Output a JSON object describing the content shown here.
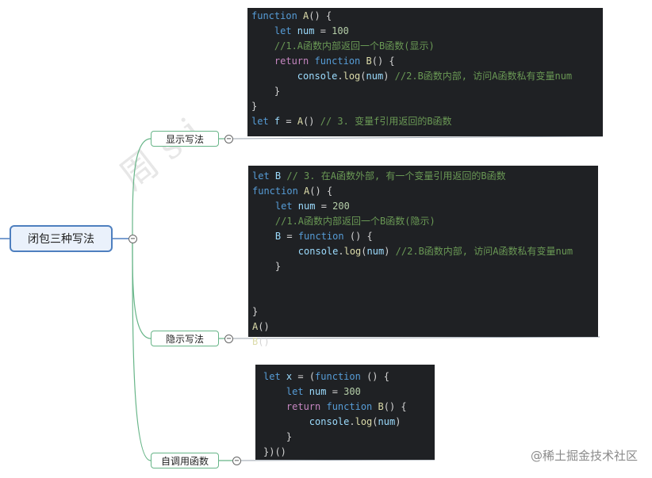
{
  "root": {
    "label": "闭包三种写法"
  },
  "branches": [
    {
      "label": "显示写法"
    },
    {
      "label": "隐示写法"
    },
    {
      "label": "自调用函数"
    }
  ],
  "collapse_symbol": "−",
  "code_blocks": [
    {
      "lines": [
        [
          {
            "t": "function ",
            "c": "kw"
          },
          {
            "t": "A",
            "c": "fn"
          },
          {
            "t": "() {",
            "c": "pl"
          }
        ],
        [
          {
            "t": "    let ",
            "c": "kw"
          },
          {
            "t": "num",
            "c": "var"
          },
          {
            "t": " = ",
            "c": "pl"
          },
          {
            "t": "100",
            "c": "num"
          }
        ],
        [
          {
            "t": "    //1.A函数内部返回一个B函数(显示)",
            "c": "cm"
          }
        ],
        [
          {
            "t": "    return ",
            "c": "ctl"
          },
          {
            "t": "function ",
            "c": "kw"
          },
          {
            "t": "B",
            "c": "fn"
          },
          {
            "t": "() {",
            "c": "pl"
          }
        ],
        [
          {
            "t": "        console",
            "c": "var"
          },
          {
            "t": ".",
            "c": "pl"
          },
          {
            "t": "log",
            "c": "fn"
          },
          {
            "t": "(",
            "c": "pl"
          },
          {
            "t": "num",
            "c": "var"
          },
          {
            "t": ") ",
            "c": "pl"
          },
          {
            "t": "//2.B函数内部, 访问A函数私有变量num",
            "c": "cm"
          }
        ],
        [
          {
            "t": "    }",
            "c": "pl"
          }
        ],
        [
          {
            "t": "}",
            "c": "pl"
          }
        ],
        [
          {
            "t": "let ",
            "c": "kw"
          },
          {
            "t": "f",
            "c": "var"
          },
          {
            "t": " = ",
            "c": "pl"
          },
          {
            "t": "A",
            "c": "fn"
          },
          {
            "t": "() ",
            "c": "pl"
          },
          {
            "t": "// 3. 变量f引用返回的B函数",
            "c": "cm"
          }
        ]
      ]
    },
    {
      "lines": [
        [
          {
            "t": "let ",
            "c": "kw"
          },
          {
            "t": "B",
            "c": "var"
          },
          {
            "t": " ",
            "c": "pl"
          },
          {
            "t": "// 3. 在A函数外部, 有一个变量引用返回的B函数",
            "c": "cm"
          }
        ],
        [
          {
            "t": "function ",
            "c": "kw"
          },
          {
            "t": "A",
            "c": "fn"
          },
          {
            "t": "() {",
            "c": "pl"
          }
        ],
        [
          {
            "t": "    let ",
            "c": "kw"
          },
          {
            "t": "num",
            "c": "var"
          },
          {
            "t": " = ",
            "c": "pl"
          },
          {
            "t": "200",
            "c": "num"
          }
        ],
        [
          {
            "t": "    //1.A函数内部返回一个B函数(隐示)",
            "c": "cm"
          }
        ],
        [
          {
            "t": "    B",
            "c": "var"
          },
          {
            "t": " = ",
            "c": "pl"
          },
          {
            "t": "function ",
            "c": "kw"
          },
          {
            "t": "() {",
            "c": "pl"
          }
        ],
        [
          {
            "t": "        console",
            "c": "var"
          },
          {
            "t": ".",
            "c": "pl"
          },
          {
            "t": "log",
            "c": "fn"
          },
          {
            "t": "(",
            "c": "pl"
          },
          {
            "t": "num",
            "c": "var"
          },
          {
            "t": ") ",
            "c": "pl"
          },
          {
            "t": "//2.B函数内部, 访问A函数私有变量num",
            "c": "cm"
          }
        ],
        [
          {
            "t": "    }",
            "c": "pl"
          }
        ],
        [],
        [],
        [
          {
            "t": "}",
            "c": "pl"
          }
        ],
        [
          {
            "t": "A",
            "c": "fn"
          },
          {
            "t": "()",
            "c": "pl"
          }
        ],
        [
          {
            "t": "B",
            "c": "fn"
          },
          {
            "t": "()",
            "c": "pl"
          }
        ]
      ]
    },
    {
      "lines": [
        [
          {
            "t": "let ",
            "c": "kw"
          },
          {
            "t": "x",
            "c": "var"
          },
          {
            "t": " = (",
            "c": "pl"
          },
          {
            "t": "function ",
            "c": "kw"
          },
          {
            "t": "() {",
            "c": "pl"
          }
        ],
        [
          {
            "t": "    let ",
            "c": "kw"
          },
          {
            "t": "num",
            "c": "var"
          },
          {
            "t": " = ",
            "c": "pl"
          },
          {
            "t": "300",
            "c": "num"
          }
        ],
        [
          {
            "t": "    return ",
            "c": "ctl"
          },
          {
            "t": "function ",
            "c": "kw"
          },
          {
            "t": "B",
            "c": "fn"
          },
          {
            "t": "() {",
            "c": "pl"
          }
        ],
        [
          {
            "t": "        console",
            "c": "var"
          },
          {
            "t": ".",
            "c": "pl"
          },
          {
            "t": "log",
            "c": "fn"
          },
          {
            "t": "(",
            "c": "pl"
          },
          {
            "t": "num",
            "c": "var"
          },
          {
            "t": ")",
            "c": "pl"
          }
        ],
        [
          {
            "t": "    }",
            "c": "pl"
          }
        ],
        [
          {
            "t": "})()",
            "c": "pl"
          }
        ]
      ]
    }
  ],
  "watermark": "@稀土掘金技术社区",
  "background_watermark": "周 s i"
}
